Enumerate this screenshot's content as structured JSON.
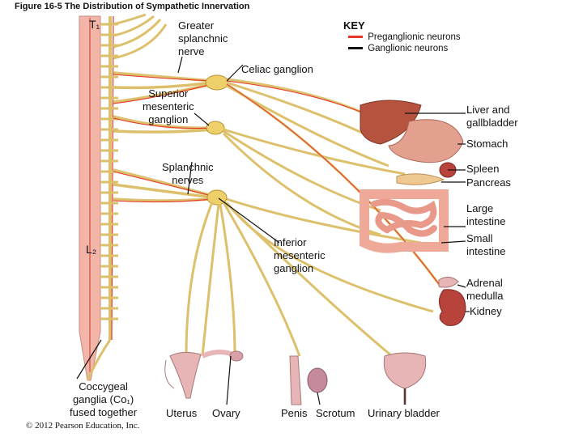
{
  "figure": {
    "title": "Figure 16-5 The Distribution of Sympathetic Innervation",
    "copyright": "© 2012 Pearson Education, Inc."
  },
  "key": {
    "title": "KEY",
    "items": [
      {
        "label": "Preganglionic neurons",
        "color": "#e8342a"
      },
      {
        "label": "Ganglionic neurons",
        "color": "#111111"
      }
    ]
  },
  "colors": {
    "spinal_cord": "#f2b5a8",
    "nerve": "#dcc06b",
    "ganglion": "#eecf6a",
    "preganglionic": "#e8342a",
    "liver": "#b5533f",
    "stomach": "#e4a08f",
    "intestine": "#efa999",
    "kidney": "#b8433b",
    "reproductive": "#e7b5b5"
  },
  "labels": {
    "t1": "T₁",
    "l2": "L₂",
    "greater_splanchnic": [
      "Greater",
      "splanchnic",
      "nerve"
    ],
    "celiac": "Celiac ganglion",
    "superior_mesenteric": [
      "Superior",
      "mesenteric",
      "ganglion"
    ],
    "splanchnic_nerves": [
      "Splanchnic",
      "nerves"
    ],
    "inferior_mesenteric": [
      "Inferior",
      "mesenteric",
      "ganglion"
    ],
    "coccygeal": [
      "Coccygeal",
      "ganglia (Co₁)",
      "fused together"
    ],
    "liver": [
      "Liver and",
      "gallbladder"
    ],
    "stomach": "Stomach",
    "spleen": "Spleen",
    "pancreas": "Pancreas",
    "large_intestine": [
      "Large",
      "intestine"
    ],
    "small_intestine": [
      "Small",
      "intestine"
    ],
    "adrenal": [
      "Adrenal",
      "medulla"
    ],
    "kidney": "Kidney",
    "uterus": "Uterus",
    "ovary": "Ovary",
    "penis": "Penis",
    "scrotum": "Scrotum",
    "urinary_bladder": "Urinary bladder"
  }
}
